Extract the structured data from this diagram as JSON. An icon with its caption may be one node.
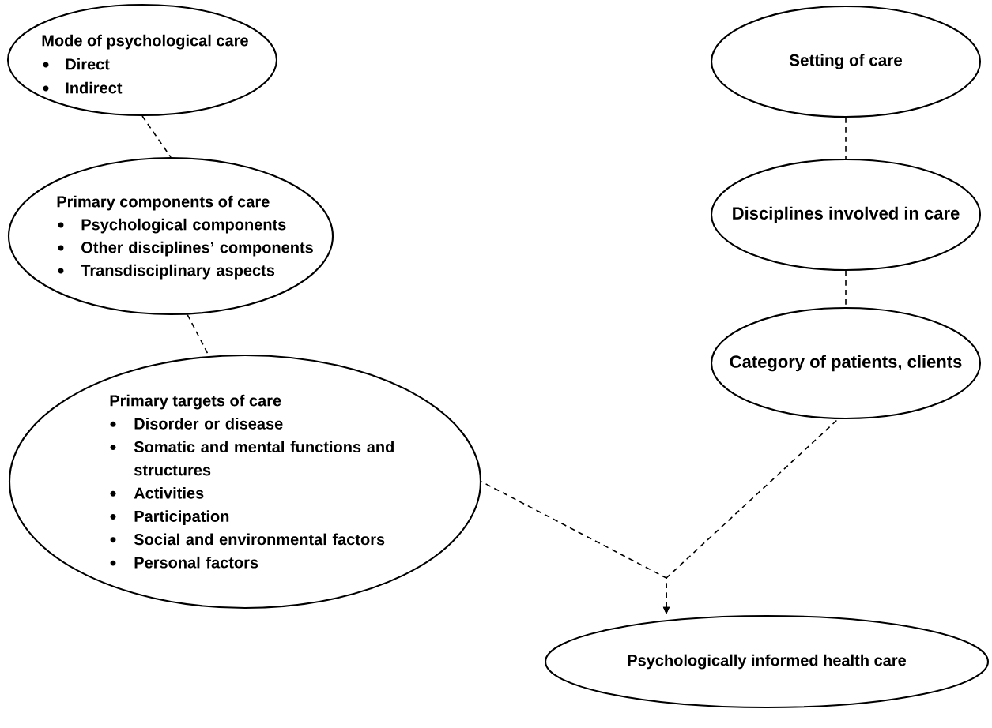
{
  "diagram": {
    "nodes": [
      {
        "text": [
          "Mode of psychological care",
          "Direct",
          "Indirect"
        ]
      },
      {
        "text": [
          "Setting of care"
        ]
      },
      {
        "text": [
          "Primary components of care",
          "Psychological components",
          "Other disciplines’ components",
          "Transdisciplinary aspects"
        ]
      },
      {
        "text": [
          "Disciplines involved in care"
        ]
      },
      {
        "text": [
          "Primary targets of care",
          "Disorder or disease",
          "Somatic and mental functions and structures",
          "Activities",
          "Participation",
          "Social and environmental factors",
          "Personal factors"
        ]
      },
      {
        "text": [
          "Category of patients, clients"
        ]
      },
      {
        "text": [
          "Psychologically informed health care"
        ]
      }
    ],
    "edges": [
      {
        "from": 0,
        "to": 2,
        "arrow": "none",
        "style": "dashed"
      },
      {
        "from": 1,
        "to": 3,
        "arrow": "none",
        "style": "dashed"
      },
      {
        "from": 2,
        "to": 4,
        "arrow": "none",
        "style": "dashed"
      },
      {
        "from": 3,
        "to": 5,
        "arrow": "none",
        "style": "dashed"
      },
      {
        "from": 4,
        "to": 6,
        "arrow": "to",
        "style": "dashed"
      },
      {
        "from": 5,
        "to": 6,
        "arrow": "to",
        "style": "dashed"
      }
    ]
  }
}
